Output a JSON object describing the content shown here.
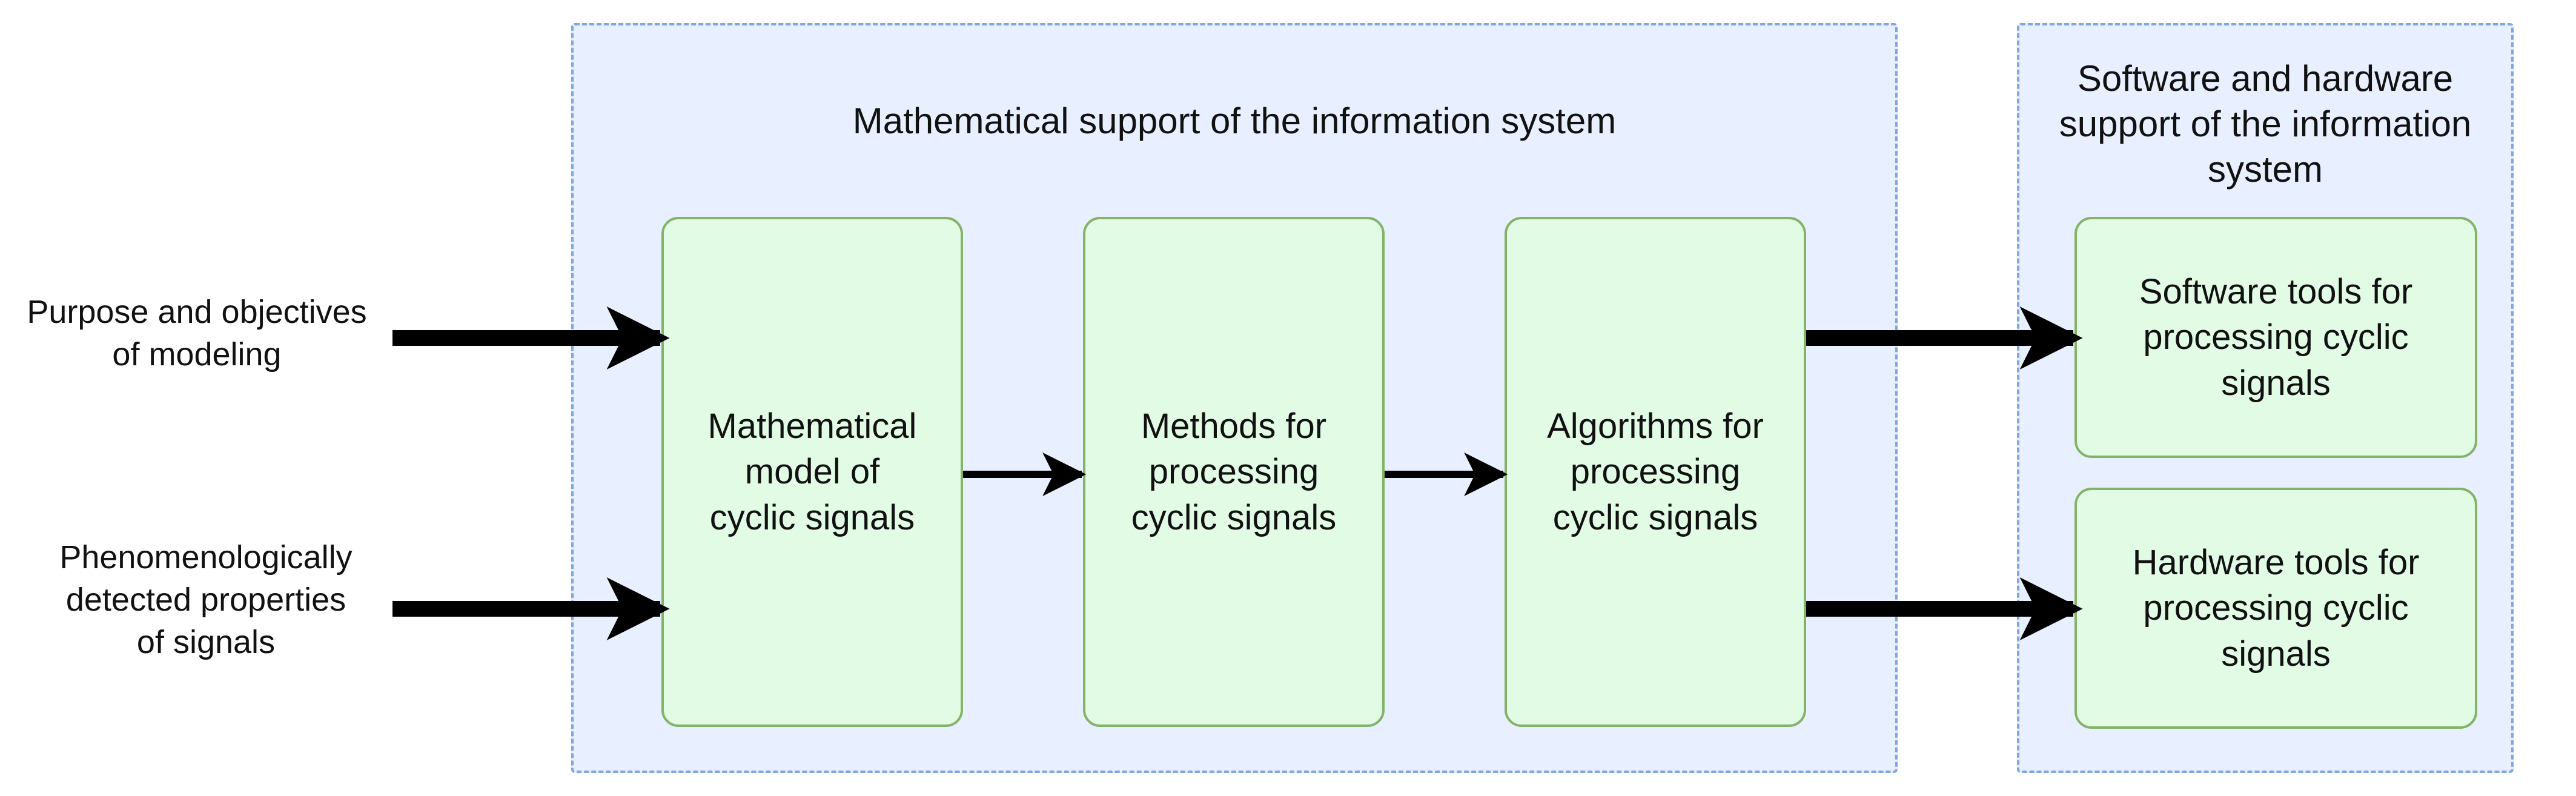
{
  "groups": {
    "math_title": "Mathematical support of the information system",
    "soft_hard_title": "Software and hardware\nsupport of the information\nsystem"
  },
  "inputs": {
    "purpose": "Purpose and objectives\nof modeling",
    "phenomena": "Phenomenologically\ndetected properties\nof signals"
  },
  "nodes": {
    "model": "Mathematical\nmodel of\ncyclic signals",
    "methods": "Methods for\nprocessing\ncyclic signals",
    "algorithms": "Algorithms for\nprocessing\ncyclic signals",
    "software": "Software tools for\nprocessing cyclic signals",
    "hardware": "Hardware tools for\nprocessing cyclic signals"
  },
  "colors": {
    "group_fill": "#e8efff",
    "group_border": "#7ea6e0",
    "node_fill": "#e2fbe5",
    "node_border": "#82b366",
    "arrow": "#000000"
  }
}
